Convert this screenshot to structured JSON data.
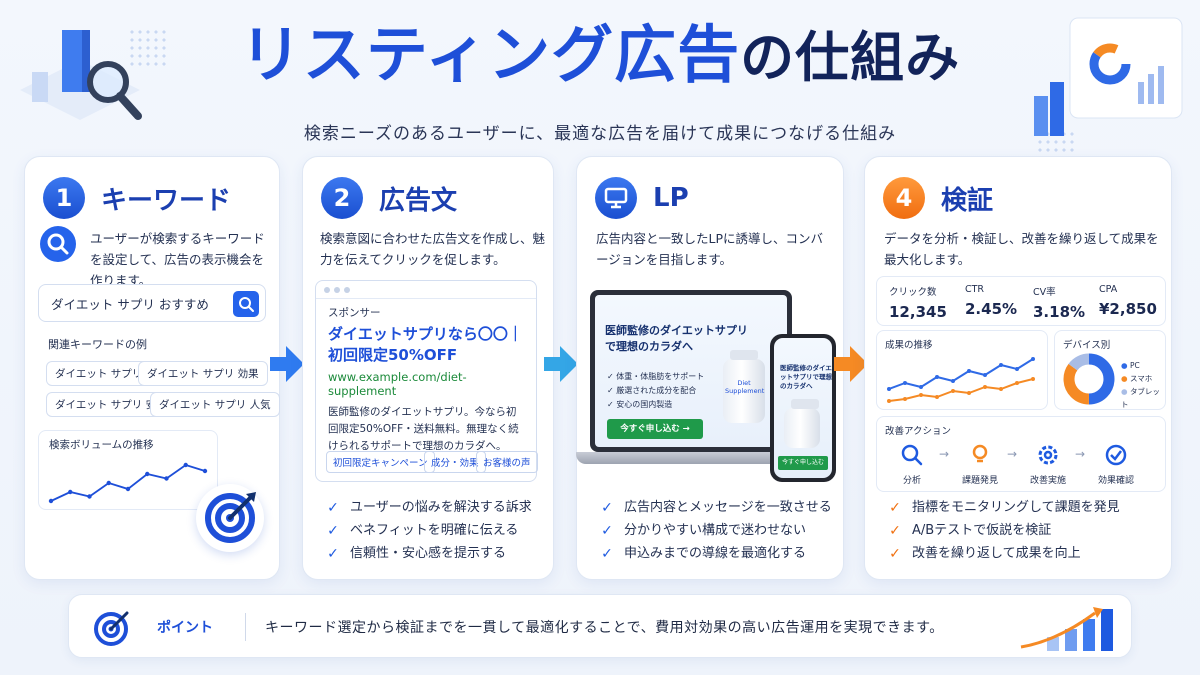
{
  "title": {
    "main": "リスティング広告",
    "sub": "の仕組み"
  },
  "subtitle": "検索ニーズのあるユーザーに、最適な広告を届けて成果につなげる仕組み",
  "colors": {
    "primary": "#1e4fd8",
    "accent": "#f07010",
    "success": "#1f9a4a"
  },
  "steps": [
    {
      "number": "1",
      "title": "キーワード",
      "description": "ユーザーが検索するキーワードを設定して、広告の表示機会を作ります。",
      "search_value": "ダイエット サプリ おすすめ",
      "related_label": "関連キーワードの例",
      "keywords": [
        "ダイエット サプリ",
        "ダイエット サプリ 効果",
        "ダイエット サプリ 安い",
        "ダイエット サプリ 人気"
      ],
      "volume_label": "検索ボリュームの推移",
      "volume_trend": [
        30,
        36,
        33,
        42,
        38,
        48,
        45,
        54,
        50
      ]
    },
    {
      "number": "2",
      "title": "広告文",
      "description": "検索意図に合わせた広告文を作成し、魅力を伝えてクリックを促します。",
      "ad": {
        "sponsor": "スポンサー",
        "headline": "ダイエットサプリなら〇〇｜初回限定50%OFF",
        "url": "www.example.com/diet-supplement",
        "body": "医師監修のダイエットサプリ。今なら初回限定50%OFF・送料無料。無理なく続けられるサポートで理想のカラダへ。",
        "tags": [
          "初回限定キャンペーン",
          "成分・効果",
          "お客様の声"
        ]
      },
      "checks": [
        "ユーザーの悩みを解決する訴求",
        "ベネフィットを明確に伝える",
        "信頼性・安心感を提示する"
      ]
    },
    {
      "number_icon": "monitor-icon",
      "title": "LP",
      "description": "広告内容と一致したLPに誘導し、コンバージョンを目指します。",
      "lp": {
        "headline": "医師監修のダイエットサプリで理想のカラダへ",
        "points": [
          "体重・体脂肪をサポート",
          "厳選された成分を配合",
          "安心の国内製造"
        ],
        "cta": "今すぐ申し込む →",
        "bottle_label": "Diet Supplement",
        "phone_headline": "医師監修のダイエットサプリで理想のカラダへ",
        "phone_cta": "今すぐ申し込む"
      },
      "checks": [
        "広告内容とメッセージを一致させる",
        "分かりやすい構成で迷わせない",
        "申込みまでの導線を最適化する"
      ]
    },
    {
      "number": "4",
      "title": "検証",
      "description": "データを分析・検証し、改善を繰り返して成果を最大化します。",
      "kpis": [
        {
          "label": "クリック数",
          "value": "12,345"
        },
        {
          "label": "CTR",
          "value": "2.45%"
        },
        {
          "label": "CV率",
          "value": "3.18%"
        },
        {
          "label": "CPA",
          "value": "¥2,850"
        }
      ],
      "trend_label": "成果の推移",
      "device_label": "デバイス別",
      "device_legend": [
        "PC",
        "スマホ",
        "タブレット"
      ],
      "device_share": [
        0.5,
        0.35,
        0.15
      ],
      "actions_label": "改善アクション",
      "actions": [
        "分析",
        "課題発見",
        "改善実施",
        "効果確認"
      ],
      "checks": [
        "指標をモニタリングして課題を発見",
        "A/Bテストで仮説を検証",
        "改善を繰り返して成果を向上"
      ]
    }
  ],
  "point": {
    "label": "ポイント",
    "text": "キーワード選定から検証までを一貫して最適化することで、費用対効果の高い広告運用を実現できます。"
  }
}
